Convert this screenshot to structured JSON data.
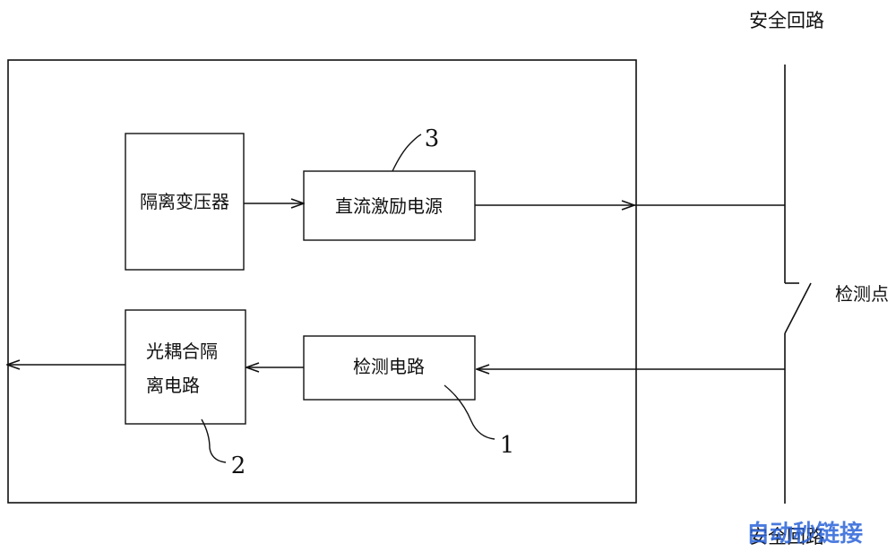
{
  "diagram": {
    "top_label": "安全回路",
    "bottom_label": "安全回路",
    "detect_point_label": "检测点",
    "blocks": {
      "isolation_transformer": "隔离变压器",
      "dc_excitation_power": "直流激励电源",
      "optocoupler_line1": "光耦合隔",
      "optocoupler_line2": "离电路",
      "detection_circuit": "检测电路"
    },
    "callouts": {
      "c1": "1",
      "c2": "2",
      "c3": "3"
    },
    "watermark": {
      "text": "自动秒链接",
      "color": "#2a63d8"
    },
    "line_color": "#111111"
  }
}
